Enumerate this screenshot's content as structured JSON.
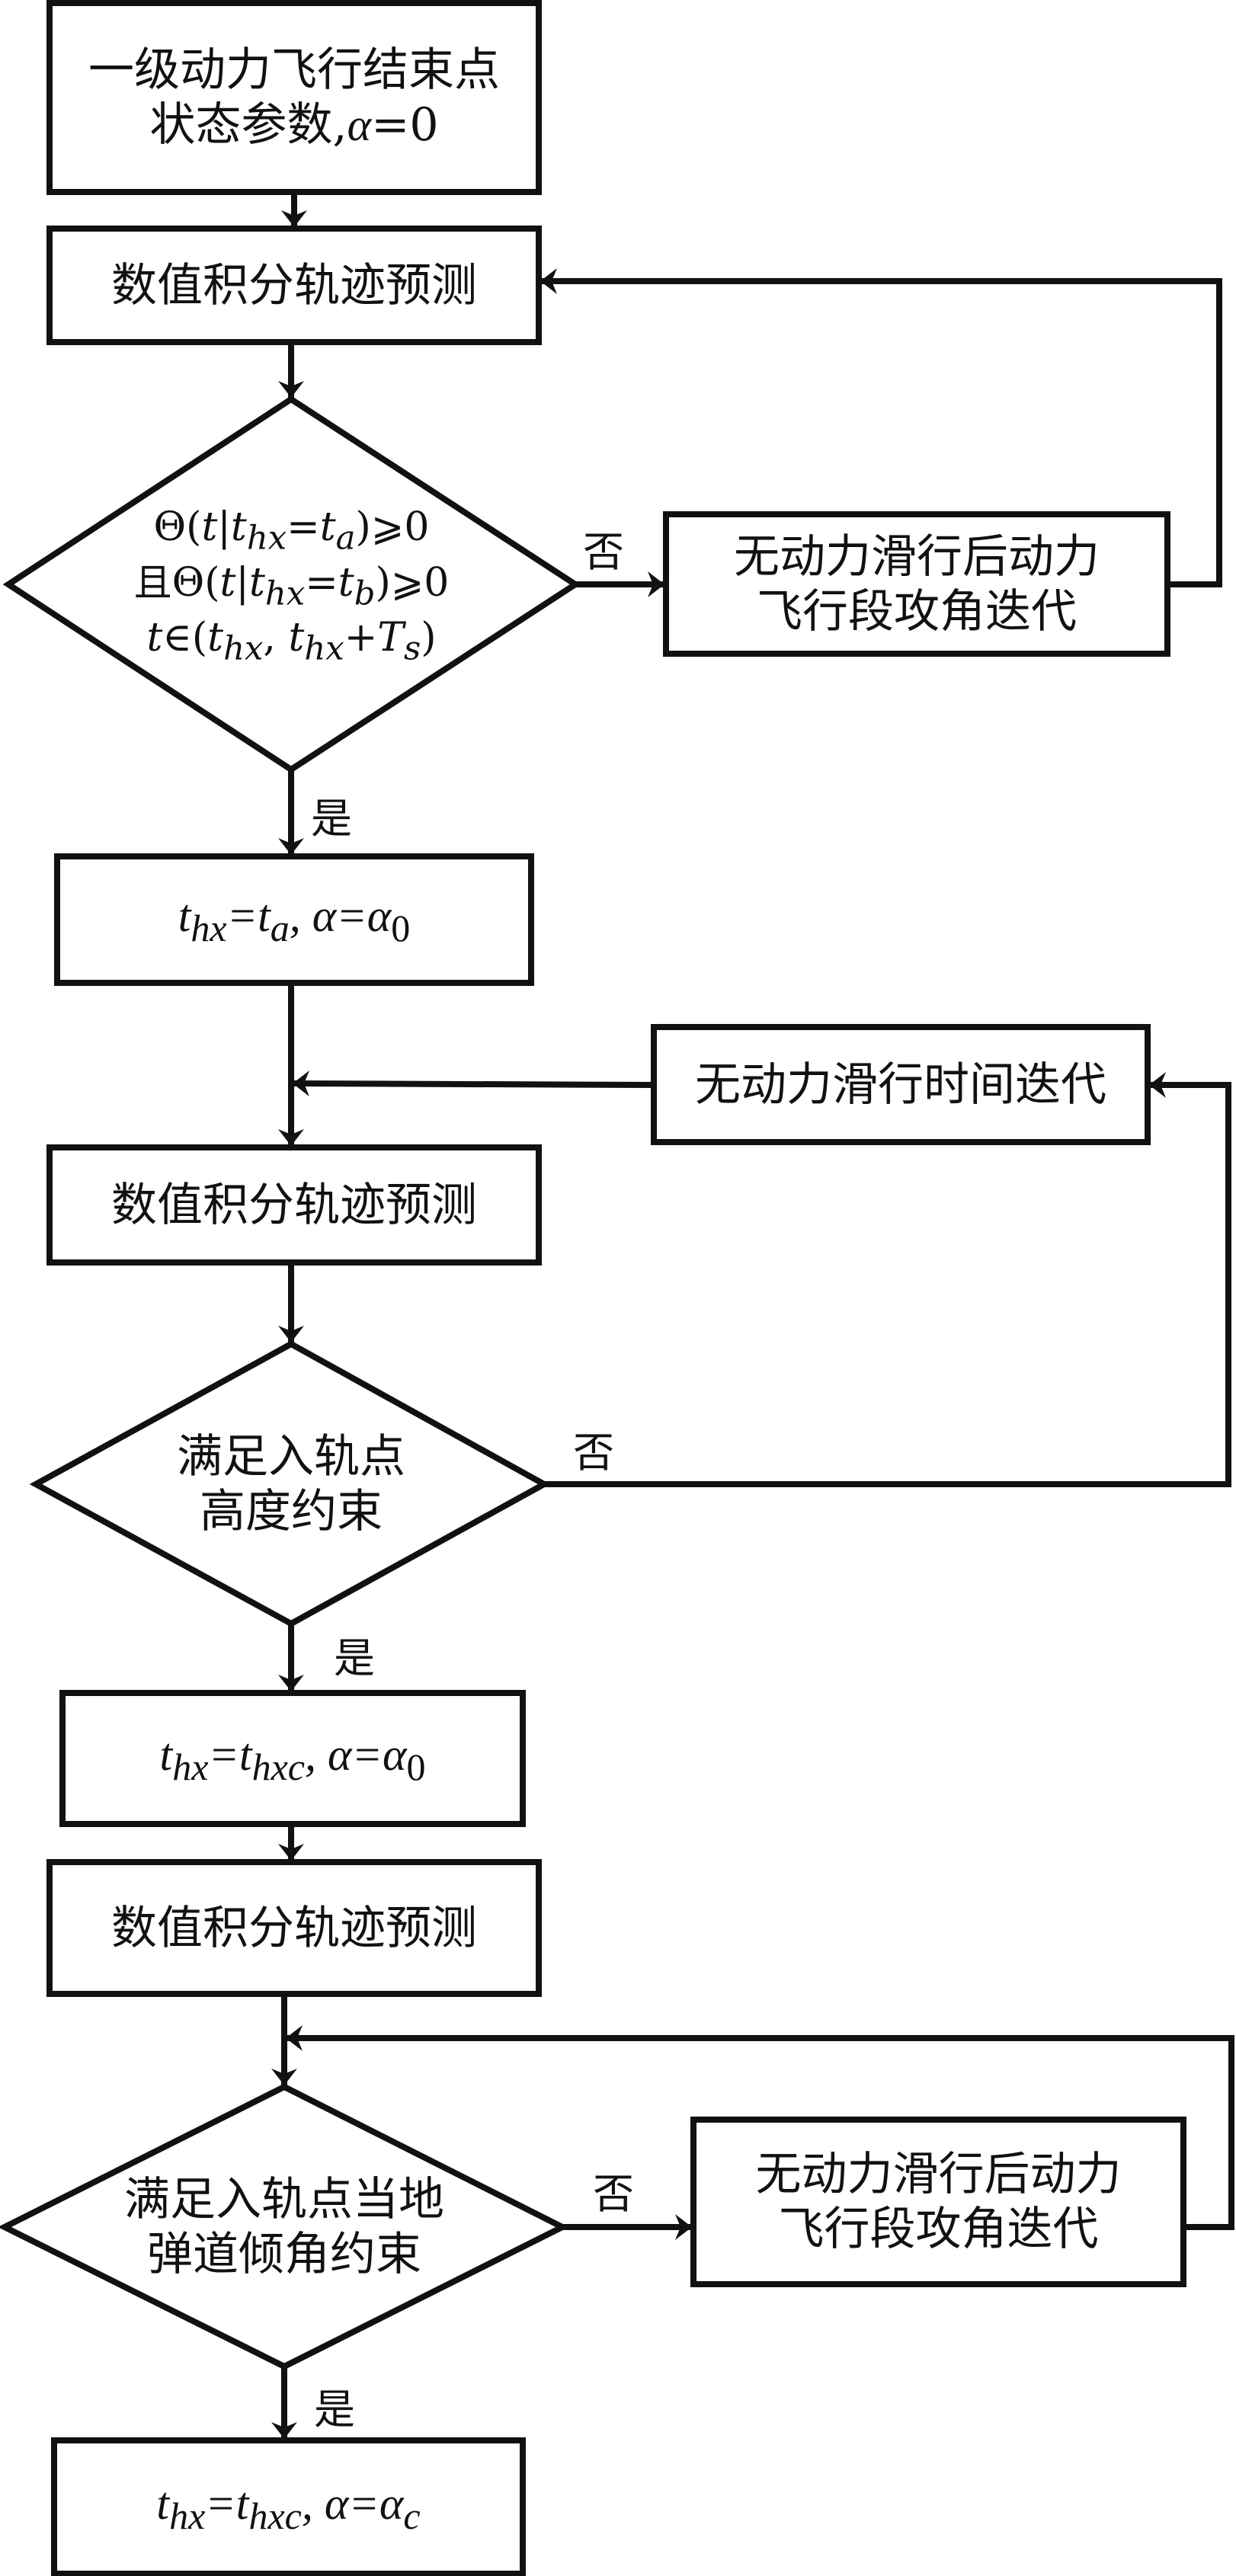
{
  "diagram": {
    "type": "flowchart",
    "stroke_color": "#111111",
    "background": "#ffffff",
    "nodes": {
      "start": {
        "lines": [
          "一级动力飞行结束点",
          "状态参数,α=0"
        ]
      },
      "predict1": {
        "text": "数值积分轨迹预测"
      },
      "decision1": {
        "lines": [
          "Θ(t|t_hx=t_a)⩾0",
          "且Θ(t|t_hx=t_b)⩾0",
          "t∈(t_hx, t_hx+T_s)"
        ]
      },
      "iter_aoa1": {
        "lines": [
          "无动力滑行后动力",
          "飞行段攻角迭代"
        ]
      },
      "assign1": {
        "text": "t_hx=t_a, α=α_0"
      },
      "iter_time": {
        "text": "无动力滑行时间迭代"
      },
      "predict2": {
        "text": "数值积分轨迹预测"
      },
      "decision2": {
        "lines": [
          "满足入轨点",
          "高度约束"
        ]
      },
      "assign2": {
        "text": "t_hx=t_hxc, α=α_0"
      },
      "predict3": {
        "text": "数值积分轨迹预测"
      },
      "decision3": {
        "lines": [
          "满足入轨点当地",
          "弹道倾角约束"
        ]
      },
      "iter_aoa2": {
        "lines": [
          "无动力滑行后动力",
          "飞行段攻角迭代"
        ]
      },
      "assign3": {
        "text": "t_hx=t_hxc, α=α_c"
      }
    },
    "edge_labels": {
      "no": "否",
      "yes": "是"
    },
    "edges": [
      {
        "from": "start",
        "to": "predict1"
      },
      {
        "from": "predict1",
        "to": "decision1"
      },
      {
        "from": "decision1",
        "to": "iter_aoa1",
        "label": "否"
      },
      {
        "from": "iter_aoa1",
        "to": "predict1"
      },
      {
        "from": "decision1",
        "to": "assign1",
        "label": "是"
      },
      {
        "from": "assign1",
        "to": "predict2"
      },
      {
        "from": "iter_time",
        "to": "predict2"
      },
      {
        "from": "predict2",
        "to": "decision2"
      },
      {
        "from": "decision2",
        "to": "iter_time",
        "label": "否"
      },
      {
        "from": "decision2",
        "to": "assign2",
        "label": "是"
      },
      {
        "from": "assign2",
        "to": "predict3"
      },
      {
        "from": "predict3",
        "to": "decision3"
      },
      {
        "from": "decision3",
        "to": "iter_aoa2",
        "label": "否"
      },
      {
        "from": "iter_aoa2",
        "to": "decision3"
      },
      {
        "from": "decision3",
        "to": "assign3",
        "label": "是"
      }
    ]
  }
}
